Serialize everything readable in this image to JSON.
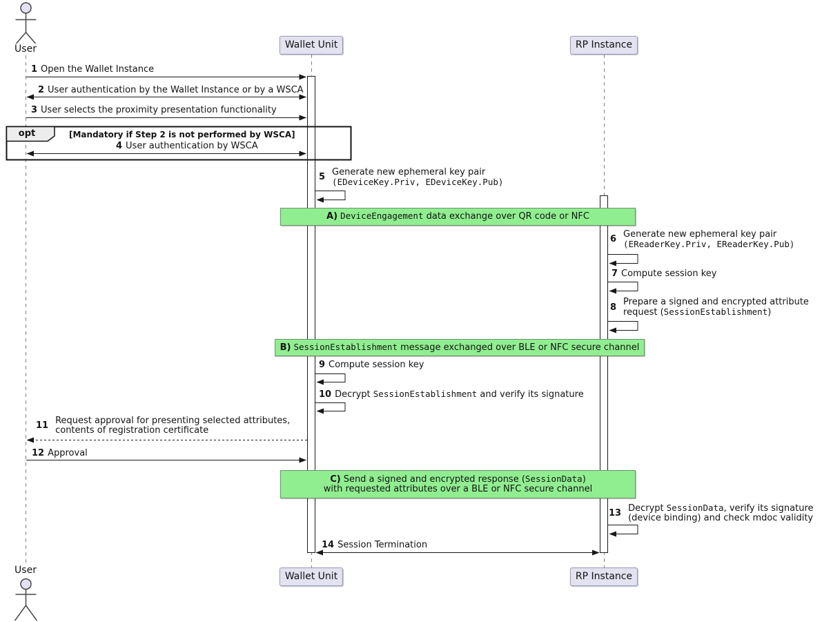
{
  "colors": {
    "background": "#FFFFFF",
    "text": "#131313",
    "lifeline": "#7F7F7F",
    "arrow": "#181818",
    "activation_fill": "#FFFFFF",
    "activation_border": "#181818",
    "participant_fill": "#E2E2F0",
    "participant_border": "#9898B8",
    "actor_fill": "#E2E2F0",
    "actor_stroke": "#464646",
    "banner_fill": "#90EE90",
    "banner_border": "#6E8F6E",
    "fragment_border": "#151515",
    "fragment_tab_fill": "#EDEDED"
  },
  "participants": {
    "user_top": "User",
    "wallet_top": "Wallet Unit",
    "rp_top": "RP Instance",
    "user_bottom": "User",
    "wallet_bottom": "Wallet Unit",
    "rp_bottom": "RP Instance"
  },
  "fragment": {
    "operator": "opt",
    "guard": "[Mandatory if Step 2 is not performed by WSCA]"
  },
  "banners": {
    "a": {
      "prefix": "A)",
      "mono": "DeviceEngagement",
      "post": " data exchange over QR code or NFC"
    },
    "b": {
      "prefix": "B)",
      "mono": "SessionEstablishment",
      "post": " message exchanged over BLE or NFC secure channel"
    },
    "c": {
      "prefix": "C)",
      "line1_pre": "Send a signed and encrypted response (",
      "line1_mono": "SessionData",
      "line1_post": ")",
      "line2": "with requested attributes over a BLE or NFC secure channel"
    }
  },
  "messages": {
    "m1": {
      "num": "1",
      "text": "Open the Wallet Instance"
    },
    "m2": {
      "num": "2",
      "text": "User authentication by the Wallet Instance or by a WSCA"
    },
    "m3": {
      "num": "3",
      "text": "User selects the proximity presentation functionality"
    },
    "m4": {
      "num": "4",
      "text": "User authentication by WSCA"
    },
    "m5": {
      "num": "5",
      "line1": "Generate new ephemeral key pair",
      "line2_mono": "(EDeviceKey.Priv, EDeviceKey.Pub)"
    },
    "m6": {
      "num": "6",
      "line1": "Generate new ephemeral key pair",
      "line2_mono": "(EReaderKey.Priv, EReaderKey.Pub)"
    },
    "m7": {
      "num": "7",
      "text": "Compute session key"
    },
    "m8": {
      "num": "8",
      "line1": "Prepare a signed and encrypted attribute",
      "line2_pre": "request (",
      "line2_mono": "SessionEstablishment",
      "line2_post": ")"
    },
    "m9": {
      "num": "9",
      "text": "Compute session key"
    },
    "m10": {
      "num": "10",
      "pre": "Decrypt ",
      "mono": "SessionEstablishment",
      "post": " and verify its signature"
    },
    "m11": {
      "num": "11",
      "line1": "Request approval for presenting selected attributes,",
      "line2": "contents of registration certificate"
    },
    "m12": {
      "num": "12",
      "text": "Approval"
    },
    "m13": {
      "num": "13",
      "line1_pre": "Decrypt ",
      "line1_mono": "SessionData",
      "line1_post": ", verify its signature",
      "line2": "(device binding) and check mdoc validity"
    },
    "m14": {
      "num": "14",
      "text": "Session Termination"
    }
  }
}
